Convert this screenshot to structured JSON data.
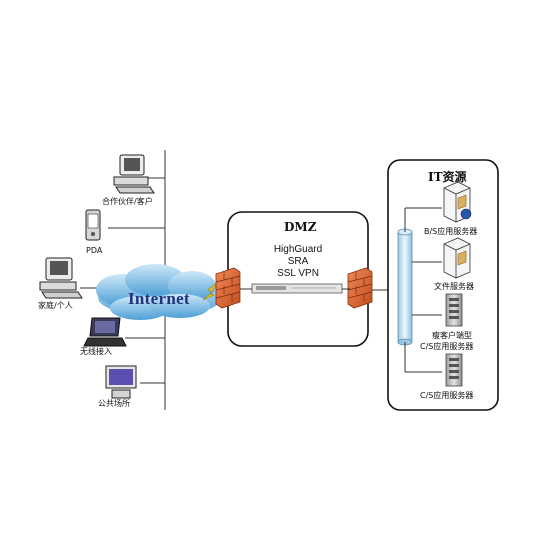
{
  "dmz": {
    "title": "DMZ",
    "product_lines": [
      "HighGuard",
      "SRA",
      "SSL VPN"
    ]
  },
  "internet": {
    "label": "Internet"
  },
  "clients": [
    {
      "label": "合作伙伴/客户",
      "icon": "desktop-computer-icon"
    },
    {
      "label": "PDA",
      "icon": "pda-icon"
    },
    {
      "label": "家庭/个人",
      "icon": "desktop-computer-icon"
    },
    {
      "label": "无线接入",
      "icon": "laptop-icon"
    },
    {
      "label": "公共场所",
      "icon": "public-terminal-icon"
    }
  ],
  "it_resources": {
    "title": "IT资源",
    "servers": [
      {
        "label": "B/S应用服务器",
        "icon": "web-server-icon"
      },
      {
        "label": "文件服务器",
        "icon": "file-server-icon"
      },
      {
        "label_lines": [
          "瘦客户端型",
          "C/S应用服务器"
        ],
        "icon": "tower-server-icon"
      },
      {
        "label": "C/S应用服务器",
        "icon": "tower-server-icon"
      }
    ]
  },
  "colors": {
    "firewall": "#d9602d",
    "cloud": "#7cc0e8",
    "backbone": "#c3dff0",
    "internet_text": "#23347a"
  }
}
